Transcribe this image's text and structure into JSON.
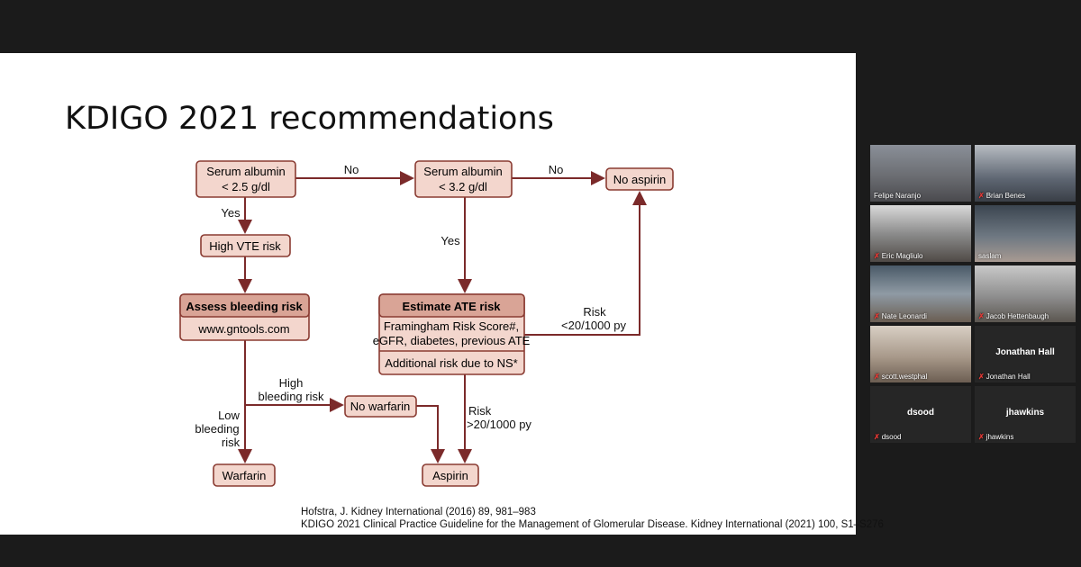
{
  "slide": {
    "title": "KDIGO 2021 recommendations",
    "flowchart": {
      "serum_albumin_1": [
        "Serum albumin",
        "< 2.5 g/dl"
      ],
      "serum_albumin_2": [
        "Serum albumin",
        "< 3.2 g/dl"
      ],
      "no_aspirin": "No aspirin",
      "high_vte": "High VTE risk",
      "assess_bleeding": "Assess bleeding risk",
      "gntools": "www.gntools.com",
      "estimate_ate": "Estimate ATE risk",
      "framingham": [
        "Framingham Risk Score#,",
        "eGFR, diabetes, previous ATE"
      ],
      "additional_risk": "Additional risk due to NS*",
      "no_warfarin": "No warfarin",
      "warfarin": "Warfarin",
      "aspirin": "Aspirin",
      "label_no_1": "No",
      "label_no_2": "No",
      "label_yes_1": "Yes",
      "label_yes_2": "Yes",
      "label_risk_low": [
        "Risk",
        "<20/1000 py"
      ],
      "label_risk_high": [
        "Risk",
        ">20/1000 py"
      ],
      "label_high_bleeding": [
        "High",
        "bleeding risk"
      ],
      "label_low_bleeding": [
        "Low",
        "bleeding",
        "risk"
      ]
    },
    "citations": [
      "Hofstra, J. Kidney International (2016) 89, 981–983",
      "KDIGO 2021 Clinical Practice Guideline for the Management of Glomerular Disease. Kidney International (2021) 100, S1–S276"
    ]
  },
  "participants": [
    {
      "name": "Felipe Naranjo",
      "muted": false,
      "video": true,
      "active": true
    },
    {
      "name": "Brian Benes",
      "muted": true,
      "video": true
    },
    {
      "name": "Eric Magliulo",
      "muted": true,
      "video": true
    },
    {
      "name": "saslam",
      "muted": false,
      "video": true
    },
    {
      "name": "Nate Leonardi",
      "muted": true,
      "video": true
    },
    {
      "name": "Jacob Hettenbaugh",
      "muted": true,
      "video": true
    },
    {
      "name": "scott.westphal",
      "muted": true,
      "video": true
    },
    {
      "name": "Jonathan Hall",
      "muted": true,
      "video": false,
      "display": "Jonathan Hall"
    },
    {
      "name": "dsood",
      "muted": true,
      "video": false,
      "display": "dsood"
    },
    {
      "name": "jhawkins",
      "muted": true,
      "video": false,
      "display": "jhawkins"
    }
  ],
  "colors": {
    "box_fill": "#f3d6cd",
    "box_head": "#d9a496",
    "box_stroke": "#8a3b32",
    "arrow": "#7b2a2a",
    "active_speaker": "#c7e84b",
    "muted_icon": "#e53935"
  }
}
